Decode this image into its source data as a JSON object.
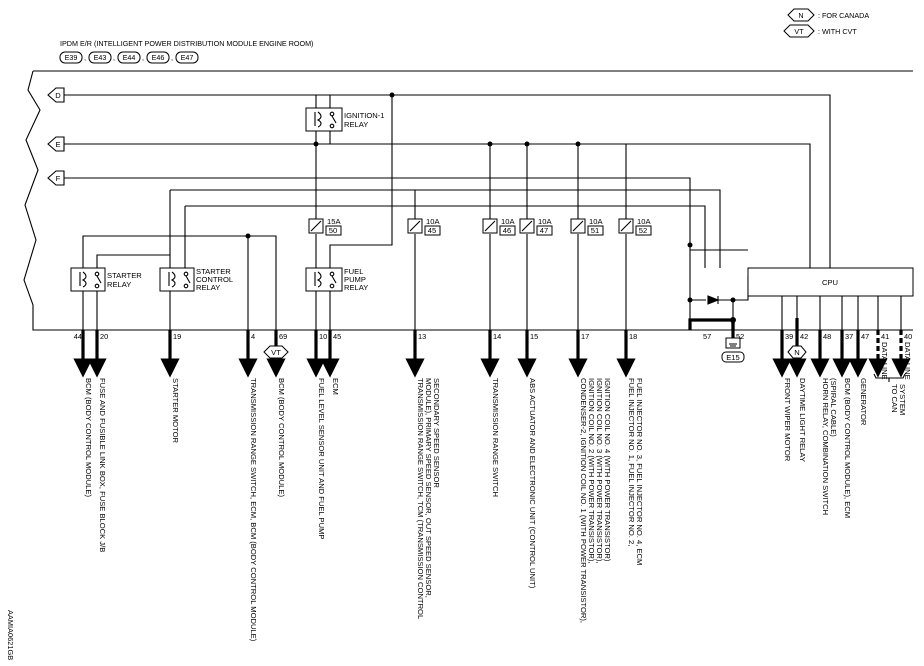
{
  "header": {
    "title": "IPDM E/R (INTELLIGENT POWER DISTRIBUTION MODULE ENGINE ROOM)",
    "connectors": [
      "E39",
      "E43",
      "E44",
      "E46",
      "E47"
    ]
  },
  "legend": [
    {
      "code": "N",
      "text": ": FOR CANADA"
    },
    {
      "code": "VT",
      "text": ": WITH CVT"
    }
  ],
  "bus": [
    "D",
    "E",
    "F"
  ],
  "relays": {
    "ignition": [
      "IGNITION-1",
      "RELAY"
    ],
    "starter": [
      "STARTER",
      "RELAY"
    ],
    "starter_control": [
      "STARTER",
      "CONTROL",
      "RELAY"
    ],
    "fuel_pump": [
      "FUEL",
      "PUMP",
      "RELAY"
    ]
  },
  "fuses": [
    {
      "amp": "15A",
      "num": "50"
    },
    {
      "amp": "10A",
      "num": "45"
    },
    {
      "amp": "10A",
      "num": "46"
    },
    {
      "amp": "10A",
      "num": "47"
    },
    {
      "amp": "10A",
      "num": "51"
    },
    {
      "amp": "10A",
      "num": "52"
    }
  ],
  "cpu_label": "CPU",
  "ground": {
    "connector": "E15"
  },
  "option_markers": {
    "vt": "VT",
    "n": "N"
  },
  "pins": [
    "44",
    "20",
    "19",
    "4",
    "69",
    "10",
    "45",
    "13",
    "14",
    "15",
    "17",
    "18",
    "57",
    "52",
    "39",
    "42",
    "48",
    "37",
    "47",
    "41",
    "40"
  ],
  "destinations": {
    "p44": [
      "BCM (BODY CONTROL MODULE)"
    ],
    "p20": [
      "FUSE AND FUSIBLE LINK BOX, FUSE BLOCK J/B"
    ],
    "p19": [
      "STARTER MOTOR"
    ],
    "p4": [
      "TRANSMISSION RANGE SWITCH, ECM, BCM (BODY CONTROL MODULE)"
    ],
    "p69": [
      "BCM (BODY CONTROL MODULE)"
    ],
    "p10": [
      "FUEL LEVEL SENSOR UNIT AND FUEL PUMP"
    ],
    "p45": [
      "ECM"
    ],
    "p13": [
      "TRANSMISSION RANGE SWITCH, TCM (TRANSMISSION CONTROL",
      "MODULE), PRIMARY SPEED SENSOR, OUT SPEED SENSOR,",
      "SECONDARY SPEED SENSOR"
    ],
    "p14": [
      "TRANSMISSION RANGE SWITCH"
    ],
    "p15": [
      "ABS ACTUATOR AND ELECTRONIC UNIT (CONTROL UNIT)"
    ],
    "p17": [
      "CONDENSER-2, IGNITION COIL NO. 1 (WITH POWER TRANSISTOR),",
      "IGNITION COIL NO. 2 (WITH POWER TRANSISTOR),",
      "IGNITION COIL NO. 3 (WITH POWER TRANSISTOR),",
      "IGNITION COIL NO. 4 (WITH POWER TRANSISTOR)"
    ],
    "p18": [
      "FUEL INJECTOR NO. 1, FUEL INJECTOR NO. 2,",
      "FUEL INJECTOR NO. 3, FUEL INJECTOR NO. 4, ECM"
    ],
    "p39": [
      "FRONT WIPER MOTOR"
    ],
    "p42": [
      "DAYTIME LIGHT RELAY"
    ],
    "p48": [
      "HORN RELAY, COMBINATION SWITCH",
      "(SPIRAL CABLE)"
    ],
    "p37": [
      "BCM (BODY CONTROL MODULE), ECM"
    ],
    "p47": [
      "GENERATOR"
    ],
    "p41": [
      "DATA LINE"
    ],
    "p40": [
      "DATA LINE"
    ],
    "can": [
      "TO CAN",
      "SYSTEM"
    ]
  },
  "image_code": "AAMIA0621GB"
}
